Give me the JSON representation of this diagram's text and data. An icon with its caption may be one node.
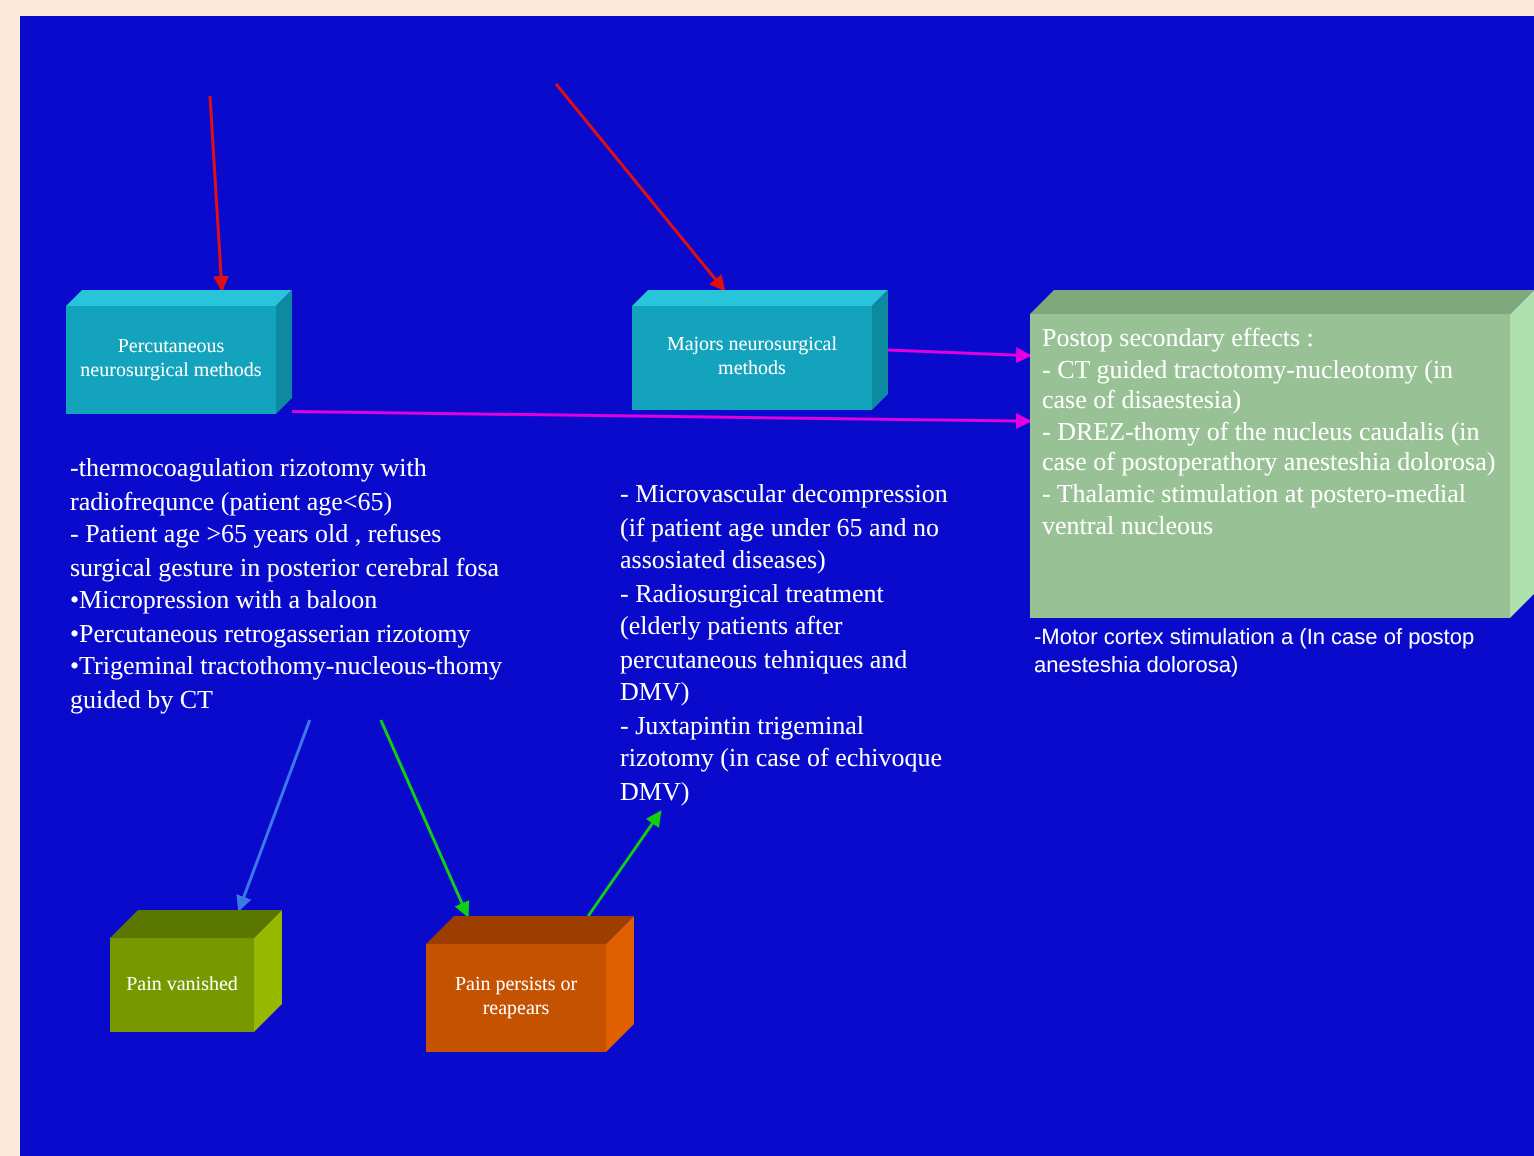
{
  "diagram": {
    "nodes": [
      {
        "text": [
          "Percutaneous neurosurgical methods"
        ]
      },
      {
        "text": [
          "Majors neurosurgical methods"
        ]
      },
      {
        "text": [
          "Postop secondary effects :",
          "- CT guided tractotomy-nucleotomy (in case of disaestesia)",
          "- DREZ-thomy of the nucleus caudalis (in case of postoperathory anesteshia dolorosa)",
          "- Thalamic stimulation at postero-medial ventral nucleous"
        ],
        "beside": [
          "-Motor cortex stimulation a (In case of postop anesteshia dolorosa)"
        ]
      },
      {
        "text": [
          "-thermocoagulation rizotomy with radiofrequnce (patient age<65)",
          "- Patient age >65 years old , refuses surgical gesture in posterior cerebral fosa",
          "•Micropression with a baloon",
          "•Percutaneous retrogasserian rizotomy",
          "•Trigeminal tractothomy-nucleous-thomy guided by CT"
        ]
      },
      {
        "text": [
          "- Microvascular decompression (if patient age under 65 and no assosiated diseases)",
          "- Radiosurgical treatment (elderly patients after percutaneous tehniques and DMV)",
          "- Juxtapintin trigeminal rizotomy (in case of echivoque DMV)"
        ]
      },
      {
        "text": [
          "Pain vanished"
        ]
      },
      {
        "text": [
          "Pain persists or reapears"
        ]
      }
    ],
    "edges": [
      {
        "from": null,
        "to": 0,
        "arrow": "to",
        "color": "#e01010"
      },
      {
        "from": null,
        "to": 1,
        "arrow": "to",
        "color": "#e01010"
      },
      {
        "from": 1,
        "to": 2,
        "arrow": "to",
        "color": "#e000e0"
      },
      {
        "from": 0,
        "to": 2,
        "arrow": "to",
        "color": "#e000e0"
      },
      {
        "from": 3,
        "to": 5,
        "arrow": "to",
        "color": "#3a7ae8"
      },
      {
        "from": 3,
        "to": 6,
        "arrow": "to",
        "color": "#10d010"
      },
      {
        "from": 6,
        "to": 4,
        "arrow": "to",
        "color": "#10d010"
      }
    ]
  }
}
